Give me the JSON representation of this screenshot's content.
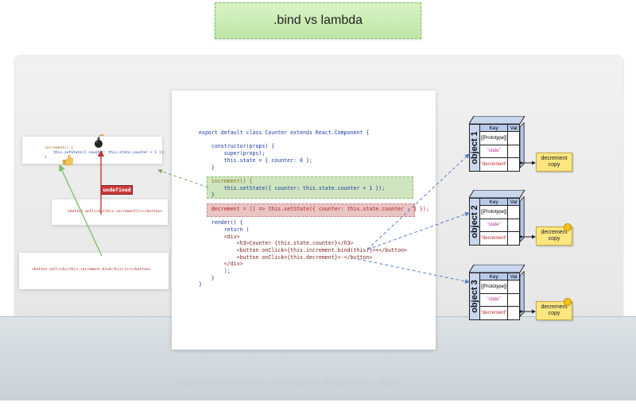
{
  "title": ".bind vs lambda",
  "footer": "Digital Concept Visual, copyright © Sanjay Vyas, 2020",
  "undefined_label": "undefined",
  "left_snippets": {
    "increment_top": "increment() {",
    "increment_mid": "    this.setState({ counter: this.state.counter + 1 });",
    "increment_end": "}",
    "button_lambda": "<button onClick={this.increment}>+</button>",
    "button_bind": "<button onClick={this.increment.bind(this)}>+</button>"
  },
  "code": {
    "lines": [
      "export default class Counter extends React.Component {",
      "",
      "    constructor(props) {",
      "        super(props);",
      "        this.state = { counter: 0 };",
      "    }",
      "",
      "    increment() {",
      "        this.setState({ counter: this.state.counter + 1 });",
      "    }",
      "",
      "    decrement = () => this.setState({ counter: this.state.counter - 1 });",
      "",
      "    render() {",
      "        return (",
      "        <div>",
      "            <h3>Counter {this.state.counter}</h3>",
      "            <button onClick={this.increment.bind(this)}>+</button>",
      "            <button onClick={this.decrement}>-</button>",
      "        </div>",
      "        );",
      "    }",
      "}"
    ]
  },
  "objects": [
    {
      "name": "object 1",
      "key_header": "Key",
      "val_header": "Val",
      "rows": [
        "[[Prototype]]",
        "\"state\"",
        "\"decrement\""
      ],
      "note": "decrement copy"
    },
    {
      "name": "object 2",
      "key_header": "Key",
      "val_header": "Val",
      "rows": [
        "[[Prototype]]",
        "\"state\"",
        "\"decrement\""
      ],
      "note": "decrement copy"
    },
    {
      "name": "object 3",
      "key_header": "Key",
      "val_header": "Val",
      "rows": [
        "[[Prototype]]",
        "\"state\"",
        "\"decrement\""
      ],
      "note": "decrement copy"
    }
  ],
  "colors": {
    "green_band": "#cfe5bf",
    "red_band": "#ebc4c4",
    "arrow_blue": "#5b7fc7",
    "arrow_green": "#7fc06a",
    "arrow_red": "#b83a3a"
  },
  "icons": [
    "bomb-icon",
    "thumbs-up-icon",
    "smiley-icon"
  ]
}
